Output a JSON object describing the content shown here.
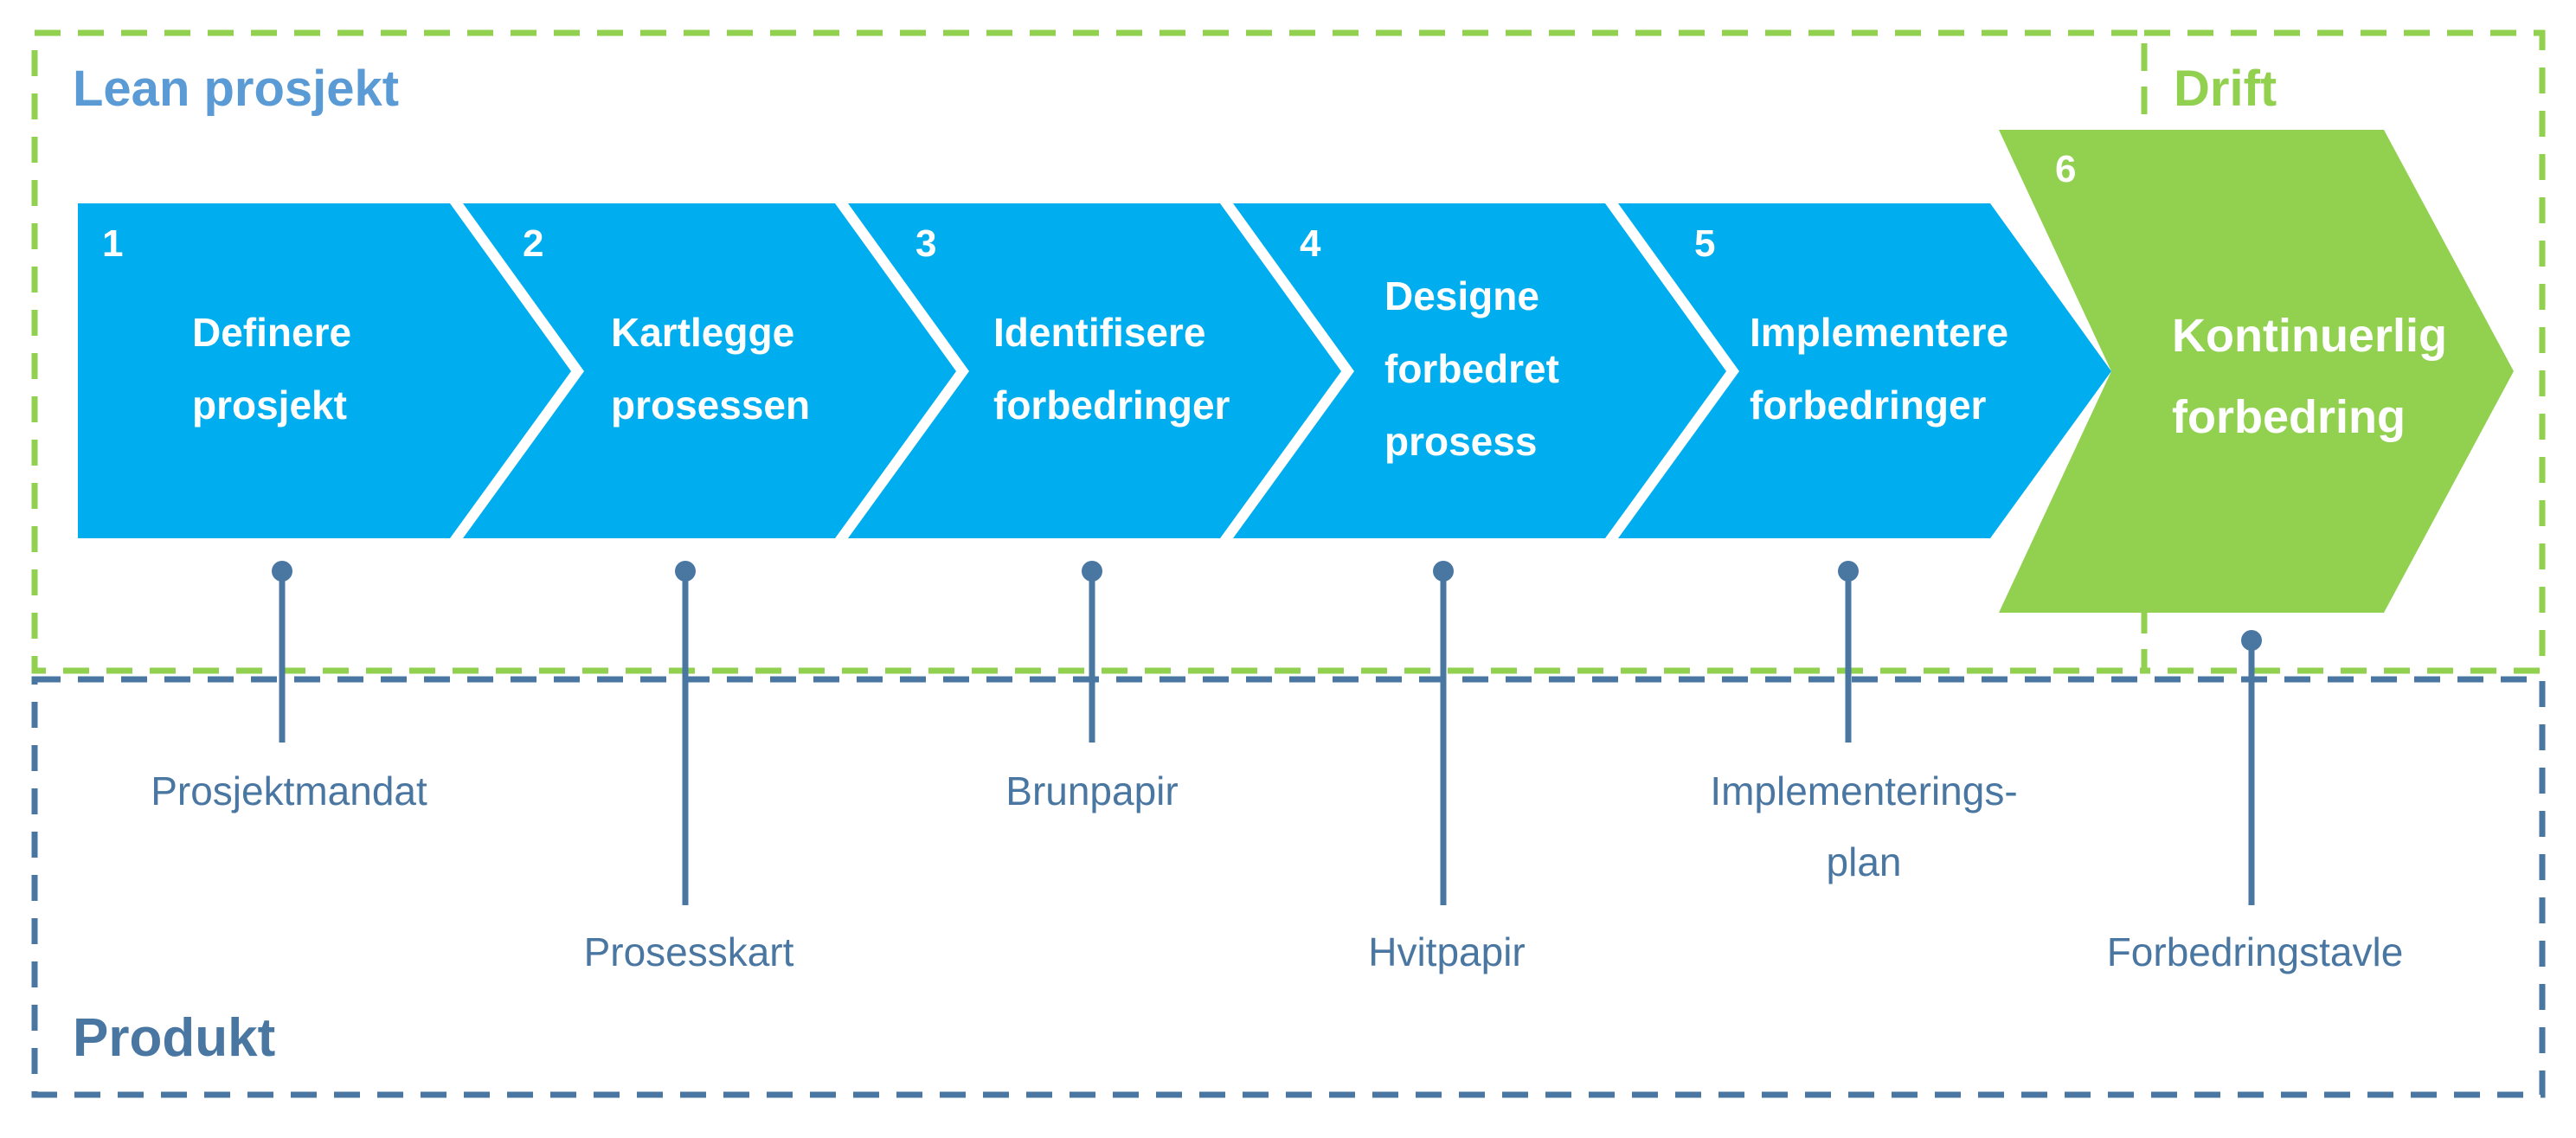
{
  "colors": {
    "step_blue": "#00adef",
    "drift_green": "#92d050",
    "produkt_navy": "#4a77a2",
    "lean_title_blue": "#5b9bd5"
  },
  "regions": {
    "lean": "Lean prosjekt",
    "drift": "Drift",
    "produkt": "Produkt"
  },
  "steps": [
    {
      "number": "1",
      "lines": [
        "Definere",
        "prosjekt"
      ]
    },
    {
      "number": "2",
      "lines": [
        "Kartlegge",
        "prosessen"
      ]
    },
    {
      "number": "3",
      "lines": [
        "Identifisere",
        "forbedringer"
      ]
    },
    {
      "number": "4",
      "lines": [
        "Designe",
        "forbedret",
        "prosess"
      ]
    },
    {
      "number": "5",
      "lines": [
        "Implementere",
        "forbedringer"
      ]
    },
    {
      "number": "6",
      "lines": [
        "Kontinuerlig",
        "forbedring"
      ]
    }
  ],
  "products": [
    {
      "lines": [
        "Prosjektmandat"
      ]
    },
    {
      "lines": [
        "Prosesskart"
      ]
    },
    {
      "lines": [
        "Brunpapir"
      ]
    },
    {
      "lines": [
        "Hvitpapir"
      ]
    },
    {
      "lines": [
        "Implementerings-",
        "plan"
      ]
    },
    {
      "lines": [
        "Forbedringstavle"
      ]
    }
  ]
}
